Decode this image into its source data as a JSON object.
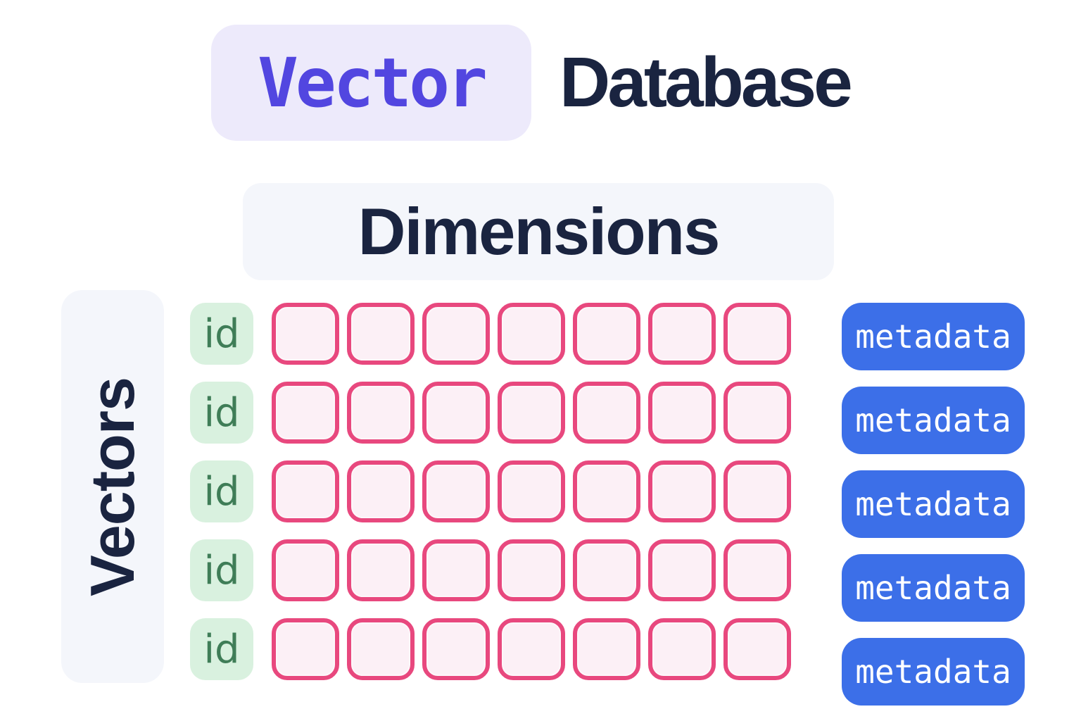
{
  "title": {
    "highlight": "Vector",
    "rest": "Database"
  },
  "axes": {
    "columns_label": "Dimensions",
    "rows_label": "Vectors"
  },
  "grid": {
    "row_count": 5,
    "dimension_cols": 7,
    "id_label": "id",
    "metadata_label": "metadata"
  },
  "colors": {
    "accent_purple": "#5246E0",
    "badge_bg": "#EDEAFB",
    "heading_navy": "#1A2440",
    "panel_bg": "#F4F6FB",
    "id_bg": "#D9F1DF",
    "id_text": "#3F7D57",
    "cell_border": "#E8487E",
    "cell_fill": "#FCF0F6",
    "metadata_bg": "#3C6FE8",
    "metadata_text": "#FFFFFF"
  }
}
